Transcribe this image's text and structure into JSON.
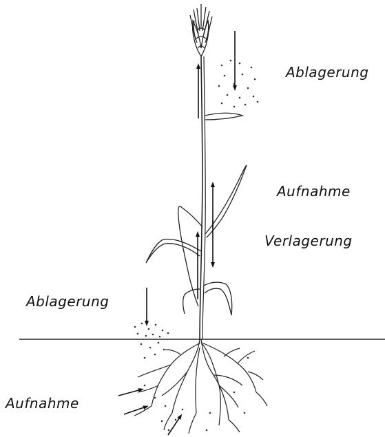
{
  "labels": {
    "deposition_top": "Ablagerung",
    "uptake_leaf": "Aufnahme",
    "translocation": "Verlagerung",
    "deposition_soil": "Ablagerung",
    "uptake_root": "Aufnahme"
  }
}
